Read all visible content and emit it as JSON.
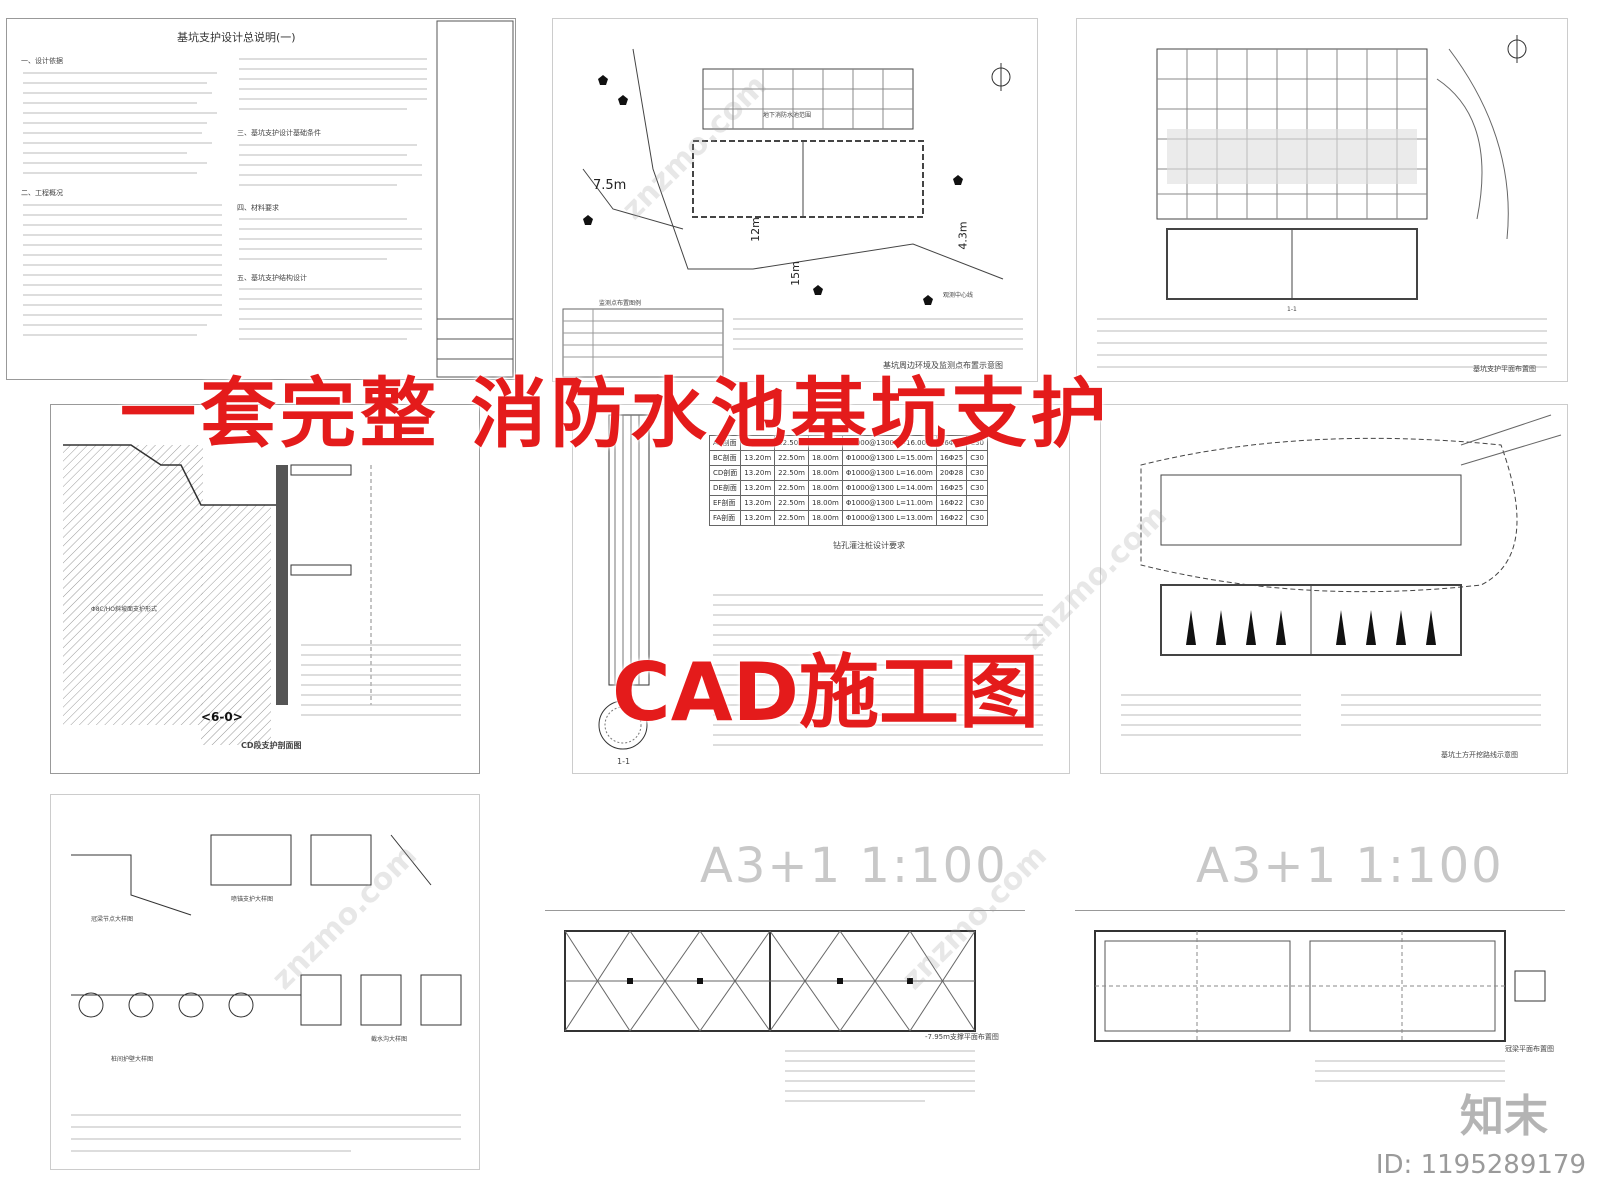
{
  "sheets": {
    "general_notes": {
      "title": "基坑支护设计总说明(一)",
      "s1": "一、设计依据",
      "s2": "二、工程概况",
      "s3": "三、基坑支护设计基础条件",
      "s4": "四、材料要求",
      "s5": "五、基坑支护结构设计"
    },
    "site_plan": {
      "dim_a": "7.5m",
      "dim_b": "12m",
      "dim_c": "15m",
      "dim_d": "4.3m",
      "label_a": "地下消防水池范围",
      "label_b": "观测中心线",
      "legend_title": "监测点布置图例",
      "caption": "基坑周边环境及监测点布置示意图"
    },
    "structure_plan": {
      "label": "基坑支护平面布置图",
      "section": "1-1"
    },
    "section_cd": {
      "caption": "CD段支护剖面图",
      "note_a": "Φ8C/HO斜坡面支护形式",
      "dim": "<6-0>"
    },
    "pile_table": {
      "caption": "钻孔灌注桩设计要求",
      "rows": [
        [
          "AB剖面",
          "13.20m",
          "22.50m",
          "18.00m",
          "Φ1000@1300 L=16.00m",
          "16Φ25",
          "C30"
        ],
        [
          "BC剖面",
          "13.20m",
          "22.50m",
          "18.00m",
          "Φ1000@1300 L=15.00m",
          "16Φ25",
          "C30"
        ],
        [
          "CD剖面",
          "13.20m",
          "22.50m",
          "18.00m",
          "Φ1000@1300 L=16.00m",
          "20Φ28",
          "C30"
        ],
        [
          "DE剖面",
          "13.20m",
          "22.50m",
          "18.00m",
          "Φ1000@1300 L=14.00m",
          "16Φ25",
          "C30"
        ],
        [
          "EF剖面",
          "13.20m",
          "22.50m",
          "18.00m",
          "Φ1000@1300 L=11.00m",
          "16Φ22",
          "C30"
        ],
        [
          "FA剖面",
          "13.20m",
          "22.50m",
          "18.00m",
          "Φ1000@1300 L=13.00m",
          "16Φ22",
          "C30"
        ]
      ],
      "section": "1-1"
    },
    "excavation_route": {
      "caption": "基坑土方开挖路线示意图"
    },
    "details": {
      "cap_a": "冠梁节点大样图",
      "cap_b": "桩间护壁大样图",
      "cap_c": "喷锚支护大样图",
      "cap_d": "截水沟大样图"
    },
    "plan_a": {
      "scale": "A3+1  1:100",
      "caption": "-7.95m支撑平面布置图"
    },
    "plan_b": {
      "scale": "A3+1  1:100",
      "caption": "冠梁平面布置图"
    }
  },
  "banner": {
    "line1": "一套完整 消防水池基坑支护",
    "line2": "CAD施工图",
    "color": "#e41b1b"
  },
  "watermark": {
    "logo": "知末",
    "id": "ID: 1195289179",
    "diagonal": "znzmo.com"
  }
}
